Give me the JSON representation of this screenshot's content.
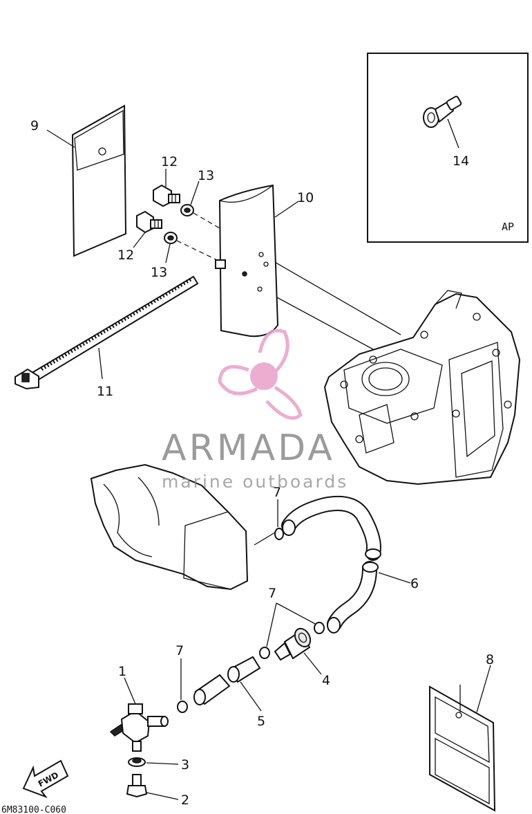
{
  "diagram": {
    "callouts": [
      {
        "id": "c1",
        "text": "1"
      },
      {
        "id": "c2",
        "text": "2"
      },
      {
        "id": "c3",
        "text": "3"
      },
      {
        "id": "c4",
        "text": "4"
      },
      {
        "id": "c5",
        "text": "5"
      },
      {
        "id": "c6",
        "text": "6"
      },
      {
        "id": "c7a",
        "text": "7"
      },
      {
        "id": "c7b",
        "text": "7"
      },
      {
        "id": "c7c",
        "text": "7"
      },
      {
        "id": "c8",
        "text": "8"
      },
      {
        "id": "c9",
        "text": "9"
      },
      {
        "id": "c10",
        "text": "10"
      },
      {
        "id": "c11",
        "text": "11"
      },
      {
        "id": "c12a",
        "text": "12"
      },
      {
        "id": "c12b",
        "text": "12"
      },
      {
        "id": "c13a",
        "text": "13"
      },
      {
        "id": "c13b",
        "text": "13"
      },
      {
        "id": "c14",
        "text": "14"
      }
    ],
    "inset_label": "AP",
    "direction_label": "FWD",
    "drawing_code": "6M83100-C060"
  },
  "watermark": {
    "brand": "ARMADA",
    "tagline": "marine outboards",
    "accent_color": "#e8a0c8"
  }
}
